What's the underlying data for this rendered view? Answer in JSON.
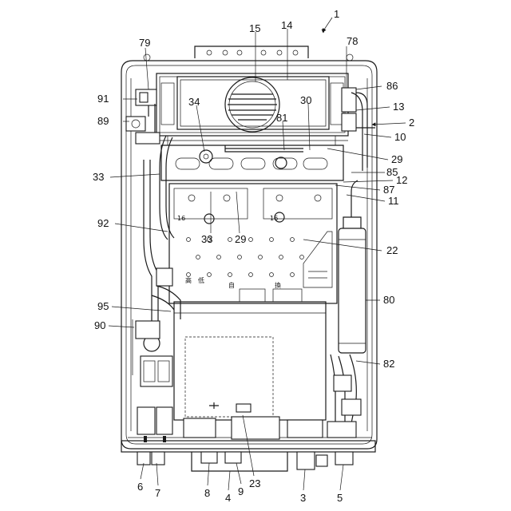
{
  "labels": {
    "l1": "1",
    "l2": "2",
    "l3": "3",
    "l4": "4",
    "l5": "5",
    "l6": "6",
    "l7": "7",
    "l8": "8",
    "l9": "9",
    "l10": "10",
    "l11": "11",
    "l12": "12",
    "l13": "13",
    "l14": "14",
    "l15": "15",
    "l16a": "16",
    "l16b": "16",
    "l22": "22",
    "l23": "23",
    "l29a": "29",
    "l29b": "29",
    "l30": "30",
    "l33a": "33",
    "l33b": "33",
    "l34": "34",
    "l78": "78",
    "l79": "79",
    "l80": "80",
    "l81": "81",
    "l82": "82",
    "l85": "85",
    "l86": "86",
    "l87": "87",
    "l89": "89",
    "l90": "90",
    "l91": "91",
    "l92": "92",
    "l95": "95"
  },
  "marks": {
    "k1": "高",
    "k2": "低",
    "k3": "自",
    "k4": "換"
  }
}
